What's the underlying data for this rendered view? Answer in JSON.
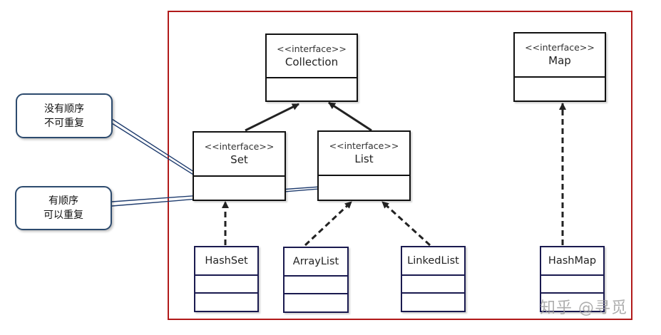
{
  "interfaces": {
    "collection": {
      "stereotype": "<<interface>>",
      "name": "Collection"
    },
    "map": {
      "stereotype": "<<interface>>",
      "name": "Map"
    },
    "set": {
      "stereotype": "<<interface>>",
      "name": "Set"
    },
    "list": {
      "stereotype": "<<interface>>",
      "name": "List"
    }
  },
  "classes": {
    "hashset": {
      "name": "HashSet"
    },
    "arraylist": {
      "name": "ArrayList"
    },
    "linkedlist": {
      "name": "LinkedList"
    },
    "hashmap": {
      "name": "HashMap"
    }
  },
  "callouts": {
    "set_note": {
      "line1": "没有顺序",
      "line2": "不可重复"
    },
    "list_note": {
      "line1": "有顺序",
      "line2": "可以重复"
    }
  },
  "watermark": {
    "text": "知乎 @寻觅"
  },
  "colors": {
    "frame": "#b11a1a",
    "class_border": "#1a1a4f",
    "callout_border": "#2d4b6e"
  }
}
